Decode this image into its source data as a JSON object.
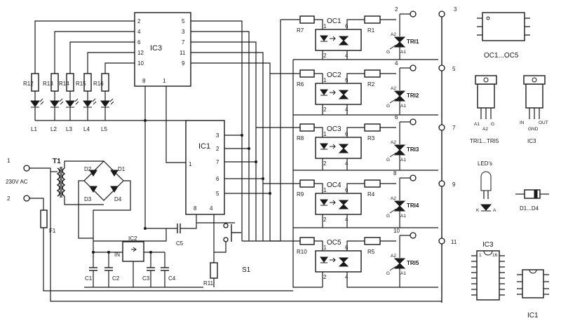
{
  "labels": {
    "ic3": "IC3",
    "ic1": "IC1",
    "ic2": "IC2",
    "oc": [
      "OC1",
      "OC2",
      "OC3",
      "OC4",
      "OC5"
    ],
    "r_in": [
      "R7",
      "R6",
      "R8",
      "R9",
      "R10"
    ],
    "r_out": [
      "R1",
      "R2",
      "R3",
      "R4",
      "R5"
    ],
    "tri": [
      "TRI1",
      "TRI2",
      "TRI3",
      "TRI4",
      "TRI5"
    ],
    "r_led": [
      "R12",
      "R13",
      "R14",
      "R15",
      "R16"
    ],
    "led": [
      "L1",
      "L2",
      "L3",
      "L4",
      "L5"
    ],
    "out_a": [
      "2",
      "4",
      "6",
      "8",
      "10"
    ],
    "out_b": [
      "3",
      "5",
      "7",
      "9",
      "11"
    ],
    "in1": "1",
    "in2": "2",
    "t1": "T1",
    "mains": "230V AC",
    "f1": "F1",
    "d": [
      "D1",
      "D2",
      "D3",
      "D4"
    ],
    "c": [
      "C1",
      "C2",
      "C3",
      "C4",
      "C5"
    ],
    "r11": "R11",
    "s1": "S1",
    "ic2_in": "IN",
    "ic3_pins_left": [
      "2",
      "4",
      "6",
      "12",
      "10"
    ],
    "ic3_pins_right": [
      "5",
      "3",
      "7",
      "11",
      "9"
    ],
    "ic3_pins_bottom": [
      "8",
      "1"
    ],
    "ic1_pins_right": [
      "3",
      "2",
      "7",
      "6",
      "5"
    ],
    "ic1_pin_left": "1",
    "ic1_pins_bottom": [
      "8",
      "4"
    ],
    "oc_pins": [
      "1",
      "6",
      "2",
      "4"
    ],
    "tri_pins": [
      "A2",
      "G",
      "A1"
    ],
    "legend": {
      "oc": "OC1...OC5",
      "tri": "TRI1...TRI5",
      "ic3_pkg": "IC3",
      "tri_pins": [
        "A1",
        "A2",
        "G"
      ],
      "reg_pins": [
        "IN",
        "GND",
        "OUT"
      ],
      "leds": "LED's",
      "led_pins": [
        "K",
        "A"
      ],
      "diode": "D1...D4",
      "ic3_dip": "IC3",
      "dip_pins": [
        "1",
        "16"
      ],
      "ic1_pkg": "IC1"
    }
  }
}
